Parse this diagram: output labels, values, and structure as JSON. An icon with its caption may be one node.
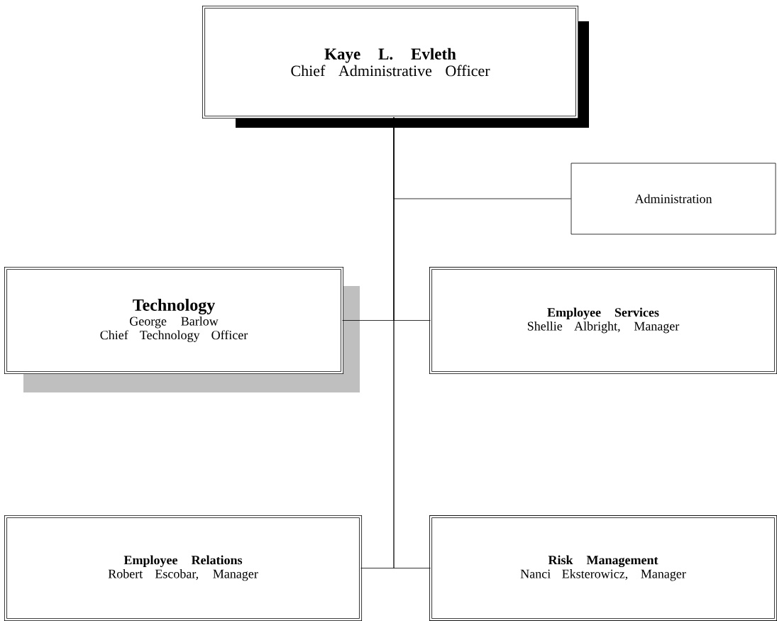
{
  "diagram": {
    "nodes": [
      {
        "text": [
          "Kaye L. Evleth",
          "Chief Administrative Officer"
        ]
      },
      {
        "text": [
          "Administration"
        ]
      },
      {
        "text": [
          "Technology",
          "George Barlow",
          "Chief Technology Officer"
        ]
      },
      {
        "text": [
          "Employee Services",
          "Shellie Albright, Manager"
        ]
      },
      {
        "text": [
          "Employee Relations",
          "Robert Escobar, Manager"
        ]
      },
      {
        "text": [
          "Risk Management",
          "Nanci Eksterowicz, Manager"
        ]
      }
    ],
    "edges": [
      {
        "from": 0,
        "to": 1,
        "arrow": "none"
      },
      {
        "from": 0,
        "to": 2,
        "arrow": "none"
      },
      {
        "from": 0,
        "to": 3,
        "arrow": "none"
      },
      {
        "from": 0,
        "to": 4,
        "arrow": "none"
      },
      {
        "from": 0,
        "to": 5,
        "arrow": "none"
      }
    ]
  }
}
